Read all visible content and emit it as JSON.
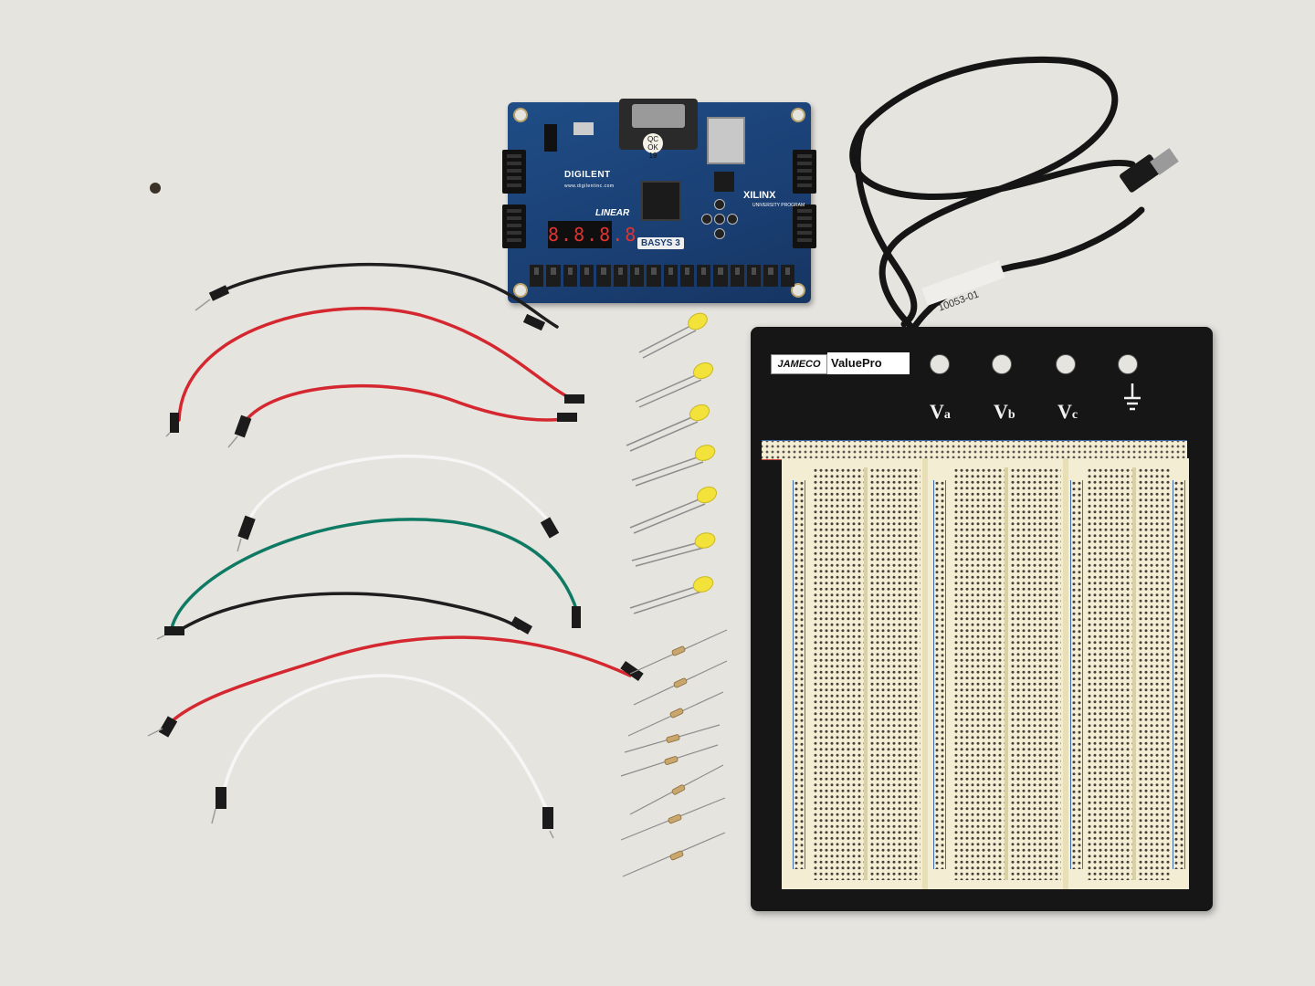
{
  "board": {
    "brand": "DIGILENT",
    "website": "www.digilentinc.com",
    "sponsor": "LINEAR",
    "fpga_vendor": "XILINX",
    "program": "UNIVERSITY PROGRAM",
    "model": "BASYS 3",
    "display_digits": "8.8.8.8.",
    "sticker_top": "QC OK",
    "sticker_number": "19"
  },
  "breadboard": {
    "brand": "JAMECO",
    "product": "ValuePro",
    "terminals": [
      {
        "main": "V",
        "sub": "a"
      },
      {
        "main": "V",
        "sub": "b"
      },
      {
        "main": "V",
        "sub": "c"
      }
    ]
  },
  "cable": {
    "label": "10053-01"
  },
  "colors": {
    "table": "#e6e4df",
    "board": "#1a3f73",
    "wire_black": "#1e1e1e",
    "wire_red": "#d4272f",
    "wire_white": "#f6f6f6",
    "wire_green": "#0f7a63",
    "led_yellow": "#f2e23a",
    "resistor_body": "#c9a66b"
  },
  "components": {
    "jumper_wires": [
      "black",
      "red",
      "red",
      "white",
      "green",
      "black",
      "red",
      "white"
    ],
    "led_count": 7,
    "resistor_count": 8
  }
}
